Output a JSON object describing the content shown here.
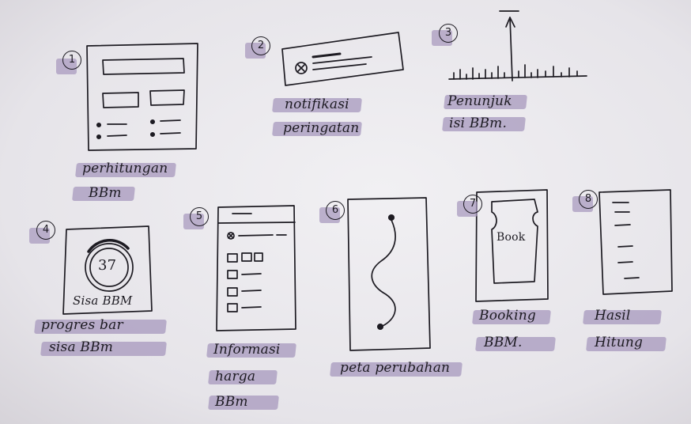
{
  "sketches": [
    {
      "number": "1",
      "label_lines": [
        "perhitungan",
        "BBm"
      ]
    },
    {
      "number": "2",
      "label_lines": [
        "notifikasi",
        "peringatan"
      ]
    },
    {
      "number": "3",
      "label_lines": [
        "Penunjuk",
        "isi BBm."
      ]
    },
    {
      "number": "4",
      "label_lines": [
        "progres bar",
        "sisa BBm"
      ],
      "gauge_value": "37",
      "gauge_caption": "Sisa BBM"
    },
    {
      "number": "5",
      "label_lines": [
        "Informasi",
        "harga",
        "BBm"
      ]
    },
    {
      "number": "6",
      "label_lines": [
        "peta perubahan"
      ]
    },
    {
      "number": "7",
      "label_lines": [
        "Booking",
        "BBM."
      ],
      "button_text": "Book"
    },
    {
      "number": "8",
      "label_lines": [
        "Hasil",
        "Hitung"
      ]
    }
  ],
  "colors": {
    "highlight": "#a99bbf",
    "ink": "#1d1b22",
    "paper": "#ecebee"
  }
}
